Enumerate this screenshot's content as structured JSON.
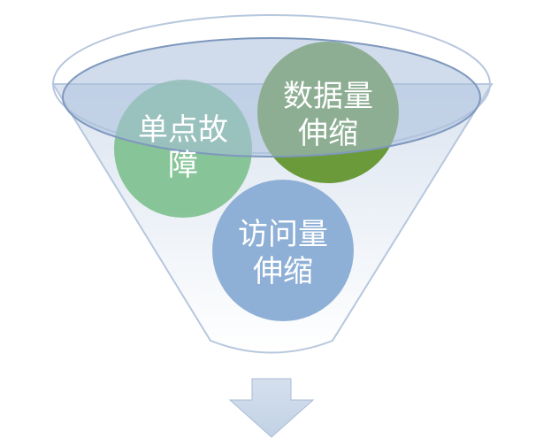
{
  "diagram": {
    "funnel": {
      "rim_fill": "#a9bfdc",
      "rim_stroke": "#7e98bd",
      "body_stroke": "#b7c7dd",
      "body_fill_top": "#dbe4f0",
      "body_fill_bottom": "#ffffff"
    },
    "circles": [
      {
        "id": "single-point-failure",
        "lines": [
          "单点故",
          "障"
        ],
        "color": "#7cc08e"
      },
      {
        "id": "data-volume-scaling",
        "lines": [
          "数据量",
          "伸缩"
        ],
        "color": "#6a9a3a"
      },
      {
        "id": "traffic-scaling",
        "lines": [
          "访问量",
          "伸缩"
        ],
        "color": "#8fb0d6"
      }
    ],
    "arrow": {
      "color": "#c9d6e7",
      "edge_color": "#a9bcd6"
    }
  }
}
